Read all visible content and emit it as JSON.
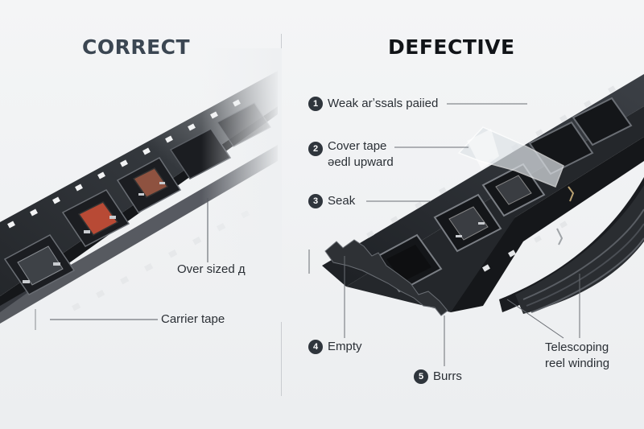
{
  "headings": {
    "correct": "CORRECT",
    "defective": "DEFECTIVE"
  },
  "correct_labels": {
    "oversized": "Over sized д",
    "carrier_tape": "Carrier tape"
  },
  "defects": [
    {
      "num": "1",
      "text": "Weak arʼssals paiied"
    },
    {
      "num": "2",
      "line1": "Cover tape",
      "line2": "əedl upward"
    },
    {
      "num": "3",
      "text": "Seak"
    },
    {
      "num": "4",
      "text": "Empty"
    },
    {
      "num": "5",
      "text": "Burrs"
    }
  ],
  "telescoping": {
    "line1": "Telescoping",
    "line2": "reel winding"
  },
  "colors": {
    "tape": "#2b2e33",
    "pocket": "#1c1e22",
    "chip_body": "#3a3d42",
    "chip_red": "#b84a35",
    "background": "#eef0f2"
  }
}
